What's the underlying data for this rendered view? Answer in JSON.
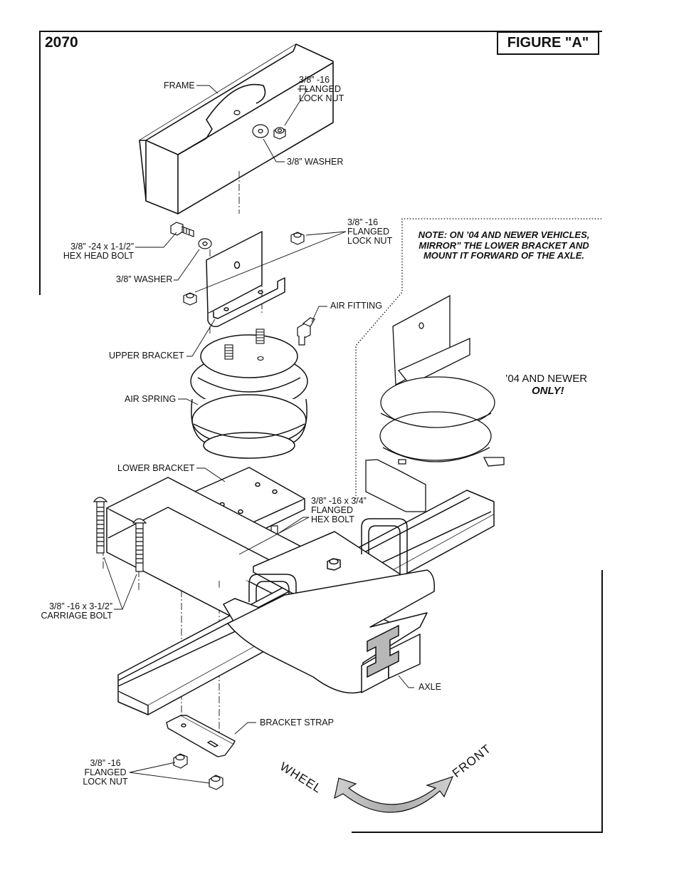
{
  "header": {
    "kit_number": "2070",
    "figure_title": "FIGURE \"A\""
  },
  "note": {
    "line1": "NOTE:    ON ’04 AND NEWER VEHICLES,",
    "line2": "MIRROR” THE LOWER BRACKET AND",
    "line3": "MOUNT IT FORWARD OF THE AXLE."
  },
  "variant": {
    "line1": "’04 AND NEWER",
    "line2": "ONLY!"
  },
  "labels": {
    "frame": "FRAME",
    "top_nut": [
      "3/8” -16",
      "FLANGED",
      "LOCK NUT"
    ],
    "top_washer": "3/8” WASHER",
    "hex_bolt": [
      "3/8” -24  x 1-1/2”",
      "HEX HEAD BOLT"
    ],
    "upper_nut": [
      "3/8” -16",
      "FLANGED",
      "LOCK NUT"
    ],
    "mid_washer": "3/8” WASHER",
    "air_fitting": "AIR FITTING",
    "upper_bracket": "UPPER BRACKET",
    "air_spring": "AIR SPRING",
    "lower_bracket": "LOWER BRACKET",
    "flanged_bolt": [
      "3/8” -16  x 3/4”",
      "FLANGED",
      "HEX BOLT"
    ],
    "carriage_bolt": [
      "3/8” -16  x 3-1/2”",
      "CARRIAGE BOLT"
    ],
    "axle": "AXLE",
    "bracket_strap": "BRACKET STRAP",
    "bottom_nut": [
      "3/8” -16",
      "FLANGED",
      "LOCK NUT"
    ]
  },
  "direction": {
    "left": "WHEEL",
    "right": "FRONT"
  },
  "colors": {
    "line": "#111111",
    "arrow_fill": "#b8b8b8",
    "background": "#ffffff"
  }
}
